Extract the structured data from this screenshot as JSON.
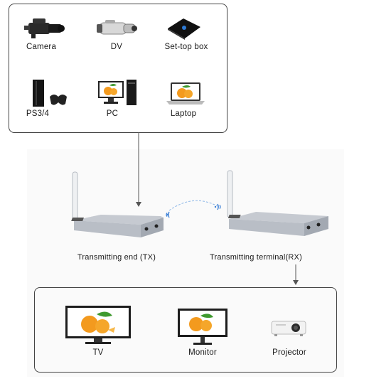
{
  "sources": {
    "camera": "Camera",
    "dv": "DV",
    "settop": "Set-top box",
    "ps": "PS3/4",
    "pc": "PC",
    "laptop": "Laptop"
  },
  "devices": {
    "tx": "Transmitting end (TX)",
    "rx": "Transmitting terminal(RX)"
  },
  "displays": {
    "tv": "TV",
    "monitor": "Monitor",
    "projector": "Projector"
  },
  "colors": {
    "device_body": "#b9bec6",
    "wifi": "#3b7fd6",
    "orange": "#f39a1e",
    "leaf": "#3f9a2f"
  }
}
